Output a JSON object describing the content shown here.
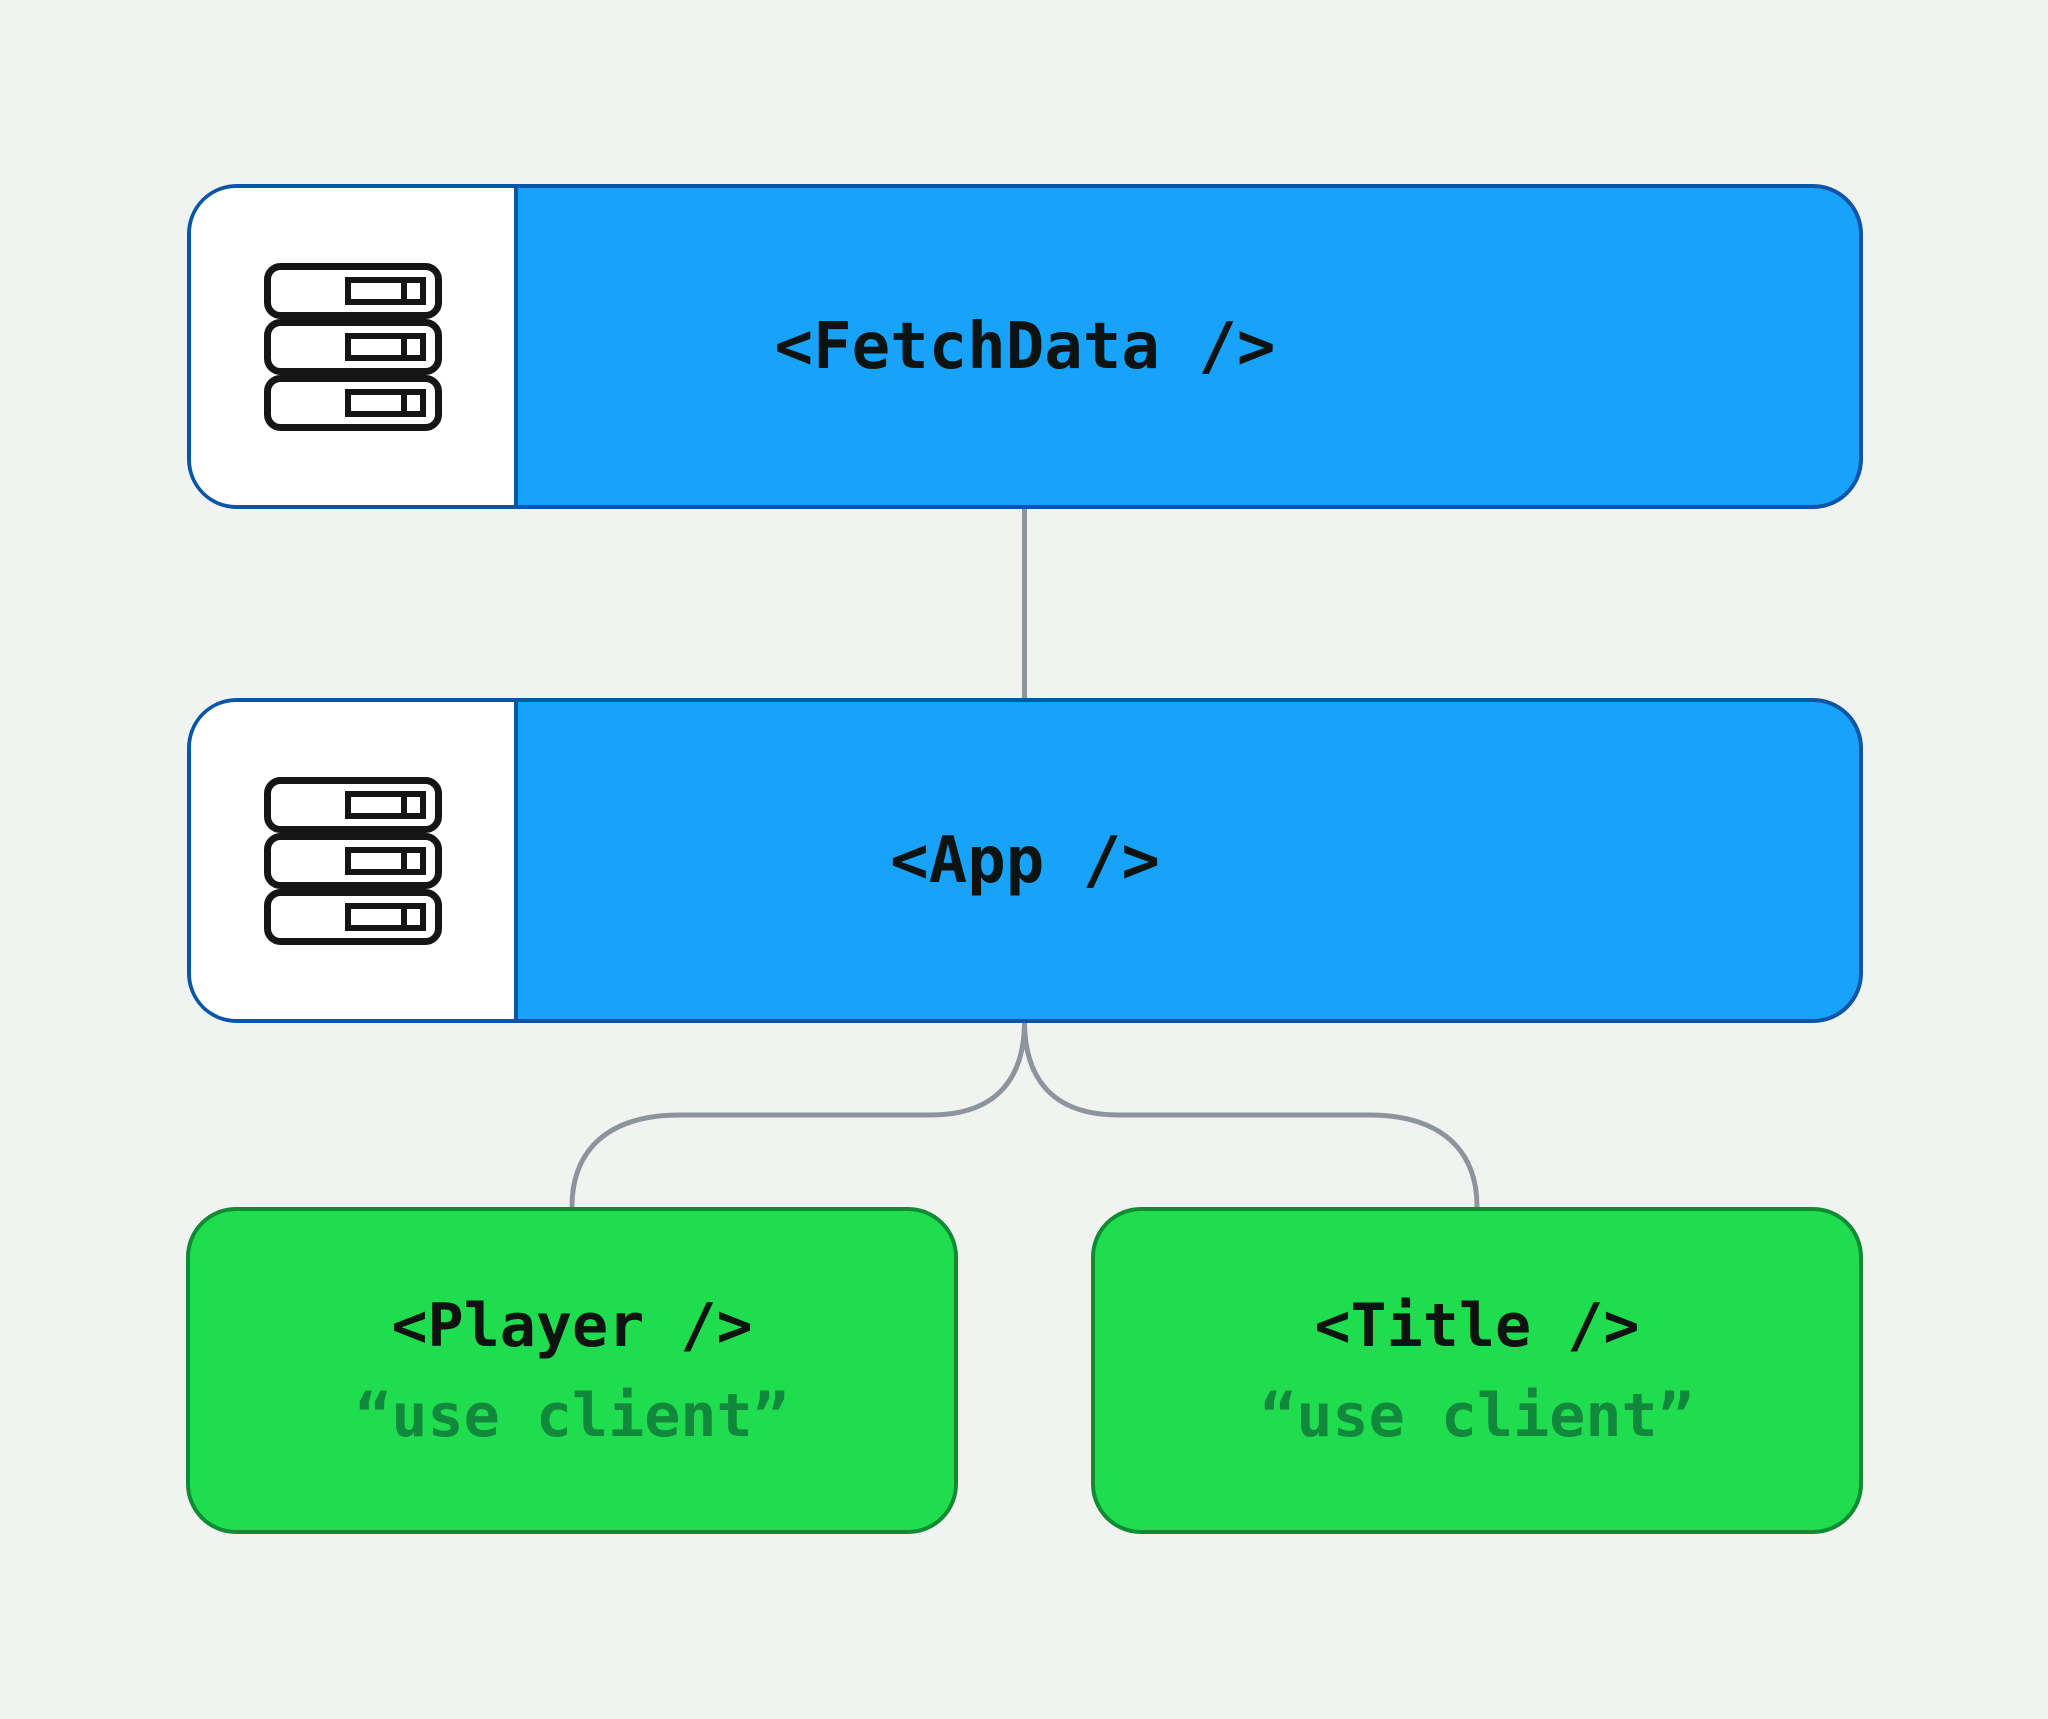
{
  "page": {
    "background_color": "#f1f3f0"
  },
  "diagram": {
    "type": "component-tree",
    "edge_color": "#8d949c",
    "label_color": "#0d1311",
    "sublabel_color": "#12883d",
    "server_fill": "#18a3fb",
    "server_border": "#0b55a9",
    "client_fill": "#20dc4f",
    "client_border": "#0f8c33",
    "nodes": {
      "fetchdata": {
        "label": "<FetchData />",
        "kind": "server",
        "icon": "server-rack-icon"
      },
      "app": {
        "label": "<App />",
        "kind": "server",
        "icon": "server-rack-icon"
      },
      "player": {
        "label": "<Player />",
        "kind": "client",
        "sublabel": "“use client”"
      },
      "title": {
        "label": "<Title />",
        "kind": "client",
        "sublabel": "“use client”"
      }
    },
    "edges": [
      {
        "from": "fetchdata",
        "to": "app"
      },
      {
        "from": "app",
        "to": "player"
      },
      {
        "from": "app",
        "to": "title"
      }
    ]
  }
}
